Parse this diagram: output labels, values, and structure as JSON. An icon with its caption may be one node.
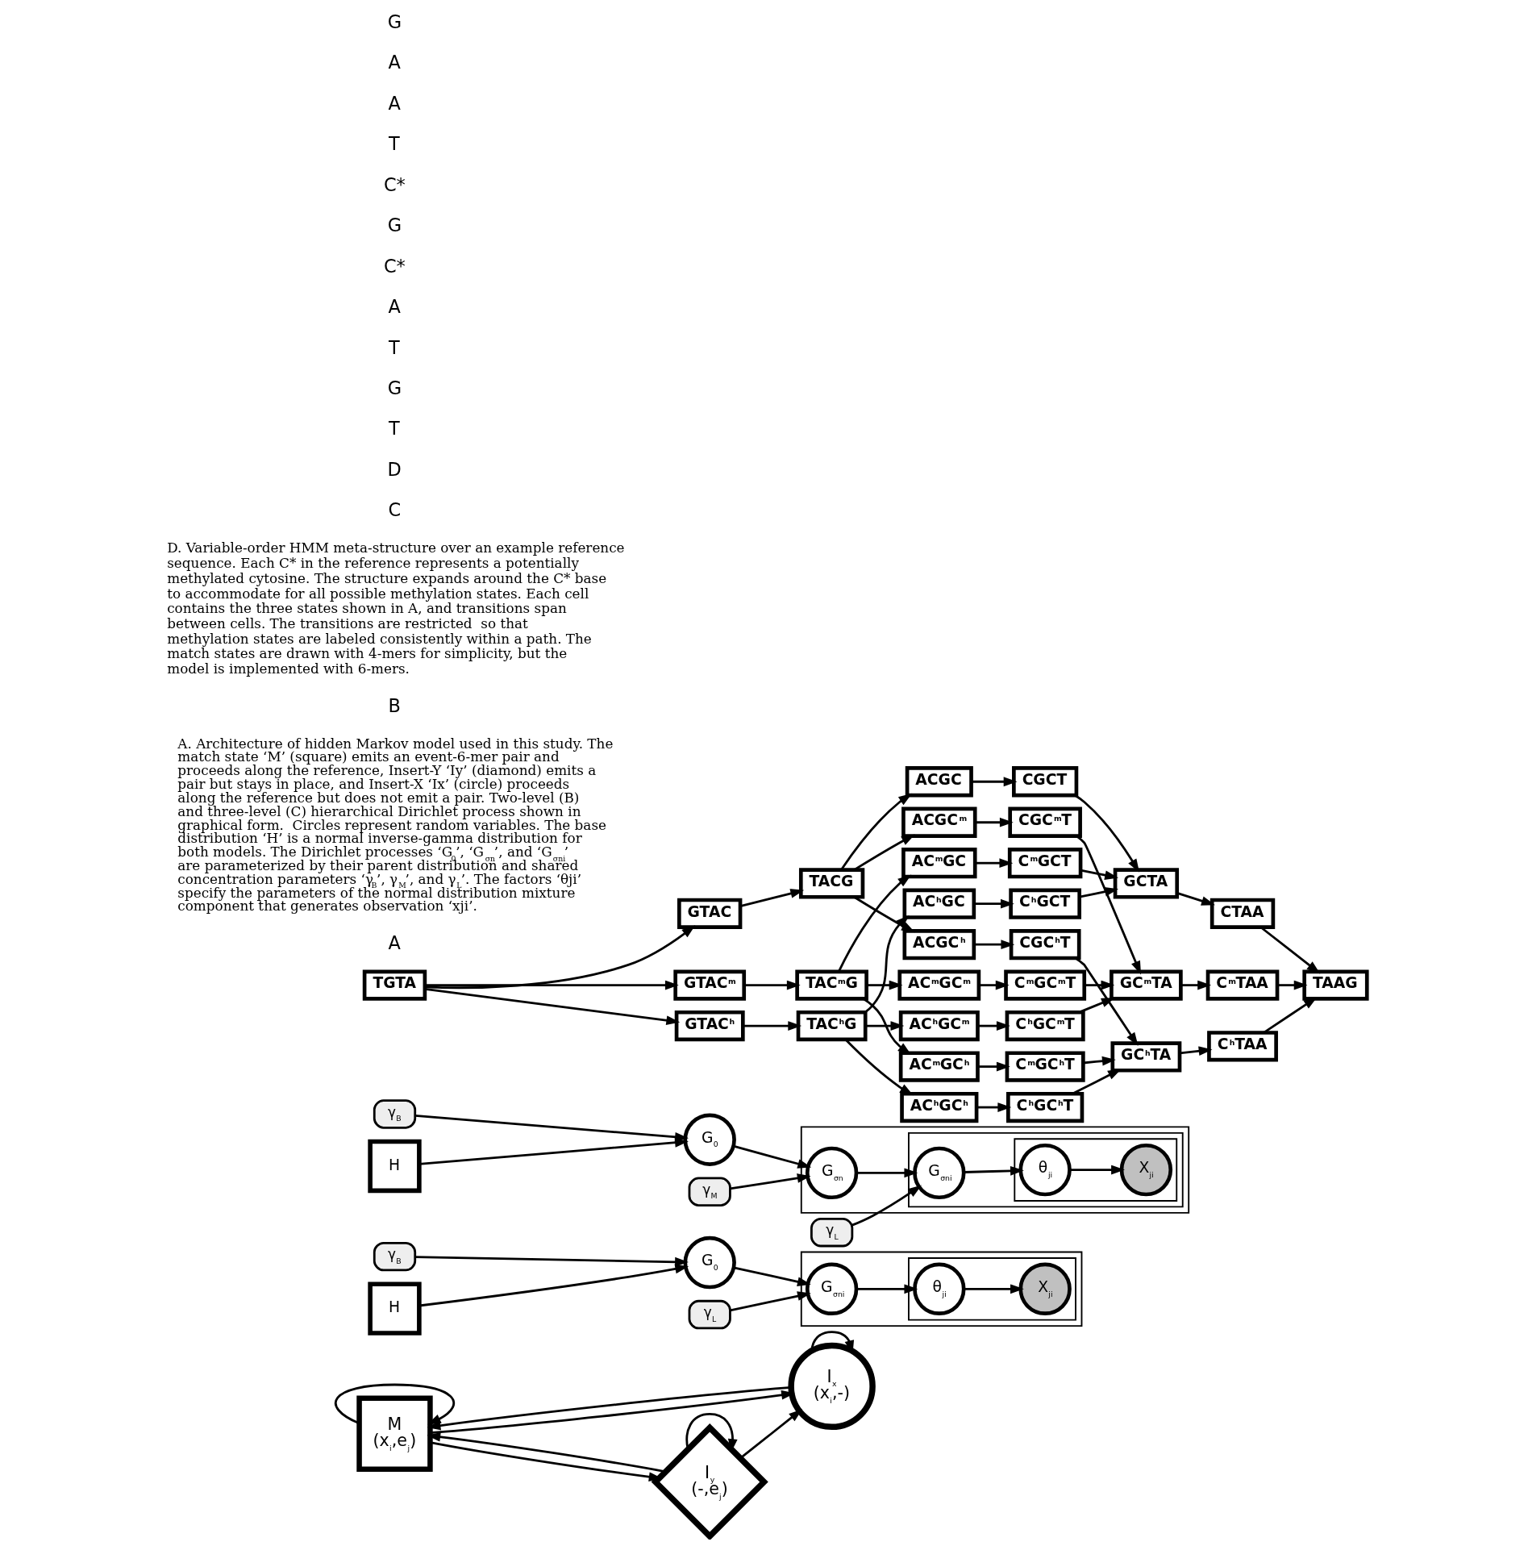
{
  "diagram": {
    "nodes": [
      {
        "text": [
          "M",
          "(x$_{i}$,e$_{j}$)"
        ]
      },
      {
        "text": [
          "I$_{x}$",
          "(x$_{i}$,-)"
        ]
      },
      {
        "text": [
          "I$_{y}$",
          "(-,e$_{j}$)"
        ]
      },
      {
        "text": [
          "γ$_{B}$"
        ]
      },
      {
        "text": [
          "γ$_{L}$"
        ]
      },
      {
        "text": [
          "H"
        ]
      },
      {
        "text": [
          "G$_{0}$"
        ]
      },
      {
        "text": [],
        "shape": "box"
      },
      {
        "text": [
          "G$_{σni}$"
        ],
        "in": 7
      },
      {
        "text": [],
        "shape": "box",
        "in": 7
      },
      {
        "text": [
          "θ$_{ji}$"
        ],
        "in": 9
      },
      {
        "text": [
          "X$_{ji}$"
        ],
        "in": 9
      },
      {
        "text": [
          "γ$_{B}$"
        ]
      },
      {
        "text": [
          "γ$_{M}$"
        ]
      },
      {
        "text": [
          "γ$_{L}$"
        ]
      },
      {
        "text": [
          "H"
        ]
      },
      {
        "text": [
          "G$_{0}$"
        ]
      },
      {
        "text": [],
        "shape": "box"
      },
      {
        "text": [
          "G$_{σn}$"
        ],
        "in": 17
      },
      {
        "text": [],
        "shape": "box",
        "in": 17
      },
      {
        "text": [
          "G$_{σni}$"
        ],
        "in": 19
      },
      {
        "text": [],
        "shape": "box",
        "in": 19
      },
      {
        "text": [
          "θ$_{ji}$"
        ],
        "in": 21
      },
      {
        "text": [
          "X$_{ji}$"
        ],
        "in": 21
      },
      {
        "text": [
          "TGTA"
        ]
      },
      {
        "text": [
          "GTAC"
        ]
      },
      {
        "text": [
          "GTAC$^{m}$"
        ]
      },
      {
        "text": [
          "GTAC$^{h}$"
        ]
      },
      {
        "text": [
          "TACG"
        ]
      },
      {
        "text": [
          "TAC$^{m}$G"
        ]
      },
      {
        "text": [
          "TAC$^{h}$G"
        ]
      },
      {
        "text": [
          "ACGC"
        ]
      },
      {
        "text": [
          "ACGC$^{m}$"
        ]
      },
      {
        "text": [
          "ACGC$^{h}$"
        ]
      },
      {
        "text": [
          "AC$^{m}$GC"
        ]
      },
      {
        "text": [
          "AC$^{m}$GC$^{m}$"
        ]
      },
      {
        "text": [
          "AC$^{m}$GC$^{h}$"
        ]
      },
      {
        "text": [
          "AC$^{h}$GC"
        ]
      },
      {
        "text": [
          "AC$^{h}$GC$^{m}$"
        ]
      },
      {
        "text": [
          "AC$^{h}$GC$^{h}$"
        ]
      },
      {
        "text": [
          "CGCT"
        ]
      },
      {
        "text": [
          "CGC$^{m}$T"
        ]
      },
      {
        "text": [
          "CGC$^{h}$T"
        ]
      },
      {
        "text": [
          "C$^{m}$GCT"
        ]
      },
      {
        "text": [
          "C$^{m}$GC$^{m}$T"
        ]
      },
      {
        "text": [
          "C$^{m}$GC$^{h}$T"
        ]
      },
      {
        "text": [
          "C$^{h}$GCT"
        ]
      },
      {
        "text": [
          "C$^{h}$GC$^{m}$T"
        ]
      },
      {
        "text": [
          "C$^{h}$GC$^{h}$T"
        ]
      },
      {
        "text": [
          "GCTA"
        ]
      },
      {
        "text": [
          "GC$^{m}$TA"
        ]
      },
      {
        "text": [
          "GC$^{h}$TA"
        ]
      },
      {
        "text": [
          "CTAA"
        ]
      },
      {
        "text": [
          "C$^{m}$TAA"
        ]
      },
      {
        "text": [
          "C$^{h}$TAA"
        ]
      },
      {
        "text": [
          "TAAG"
        ]
      }
    ],
    "edges": [
      {
        "from": 0,
        "to": 0,
        "arrow": "to"
      },
      {
        "from": 0,
        "to": 1,
        "arrow": "to"
      },
      {
        "from": 1,
        "to": 0,
        "arrow": "to"
      },
      {
        "from": 1,
        "to": 1,
        "arrow": "to"
      },
      {
        "from": 0,
        "to": 2,
        "arrow": "to"
      },
      {
        "from": 2,
        "to": 0,
        "arrow": "to"
      },
      {
        "from": 2,
        "to": 1,
        "arrow": "to"
      },
      {
        "from": 2,
        "to": 2,
        "arrow": "to"
      },
      {
        "from": 3,
        "to": 6,
        "arrow": "to"
      },
      {
        "from": 4,
        "to": 8,
        "arrow": "to"
      },
      {
        "from": 5,
        "to": 6,
        "arrow": "to"
      },
      {
        "from": 6,
        "to": 8,
        "arrow": "to"
      },
      {
        "from": 8,
        "to": 10,
        "arrow": "to"
      },
      {
        "from": 10,
        "to": 11,
        "arrow": "to"
      },
      {
        "from": 12,
        "to": 16,
        "arrow": "to"
      },
      {
        "from": 13,
        "to": 18,
        "arrow": "to"
      },
      {
        "from": 14,
        "to": 20,
        "arrow": "to"
      },
      {
        "from": 15,
        "to": 16,
        "arrow": "to"
      },
      {
        "from": 16,
        "to": 18,
        "arrow": "to"
      },
      {
        "from": 18,
        "to": 20,
        "arrow": "to"
      },
      {
        "from": 20,
        "to": 22,
        "arrow": "to"
      },
      {
        "from": 22,
        "to": 23,
        "arrow": "to"
      },
      {
        "from": 24,
        "to": 25,
        "arrow": "to"
      },
      {
        "from": 24,
        "to": 26,
        "arrow": "to"
      },
      {
        "from": 24,
        "to": 27,
        "arrow": "to"
      },
      {
        "from": 25,
        "to": 28,
        "arrow": "to"
      },
      {
        "from": 26,
        "to": 29,
        "arrow": "to"
      },
      {
        "from": 27,
        "to": 30,
        "arrow": "to"
      },
      {
        "from": 28,
        "to": 31,
        "arrow": "to"
      },
      {
        "from": 28,
        "to": 32,
        "arrow": "to"
      },
      {
        "from": 28,
        "to": 33,
        "arrow": "to"
      },
      {
        "from": 29,
        "to": 34,
        "arrow": "to"
      },
      {
        "from": 29,
        "to": 35,
        "arrow": "to"
      },
      {
        "from": 29,
        "to": 36,
        "arrow": "to"
      },
      {
        "from": 30,
        "to": 37,
        "arrow": "to"
      },
      {
        "from": 30,
        "to": 38,
        "arrow": "to"
      },
      {
        "from": 30,
        "to": 39,
        "arrow": "to"
      },
      {
        "from": 31,
        "to": 40,
        "arrow": "to"
      },
      {
        "from": 32,
        "to": 41,
        "arrow": "to"
      },
      {
        "from": 33,
        "to": 42,
        "arrow": "to"
      },
      {
        "from": 34,
        "to": 43,
        "arrow": "to"
      },
      {
        "from": 35,
        "to": 44,
        "arrow": "to"
      },
      {
        "from": 36,
        "to": 45,
        "arrow": "to"
      },
      {
        "from": 37,
        "to": 46,
        "arrow": "to"
      },
      {
        "from": 38,
        "to": 47,
        "arrow": "to"
      },
      {
        "from": 39,
        "to": 48,
        "arrow": "to"
      },
      {
        "from": 40,
        "to": 49,
        "arrow": "to"
      },
      {
        "from": 41,
        "to": 50,
        "arrow": "to"
      },
      {
        "from": 42,
        "to": 51,
        "arrow": "to"
      },
      {
        "from": 43,
        "to": 49,
        "arrow": "to"
      },
      {
        "from": 44,
        "to": 50,
        "arrow": "to"
      },
      {
        "from": 45,
        "to": 51,
        "arrow": "to"
      },
      {
        "from": 46,
        "to": 49,
        "arrow": "to"
      },
      {
        "from": 47,
        "to": 50,
        "arrow": "to"
      },
      {
        "from": 48,
        "to": 51,
        "arrow": "to"
      },
      {
        "from": 49,
        "to": 52,
        "arrow": "to"
      },
      {
        "from": 50,
        "to": 53,
        "arrow": "to"
      },
      {
        "from": 51,
        "to": 54,
        "arrow": "to"
      },
      {
        "from": 52,
        "to": 55,
        "arrow": "to"
      },
      {
        "from": 53,
        "to": 55,
        "arrow": "to"
      },
      {
        "from": 54,
        "to": 55,
        "arrow": "to"
      }
    ],
    "labels": [
      "A",
      "A. Architecture of hidden Markov model used in this study. The match state ‘M’ (square) emits an event-6-mer pair and proceeds along the reference, Insert-Y ‘Iy’ (diamond) emits a pair but stays in place, and Insert-X ‘Ix’ (circle) proceeds along the reference but does not emit a pair. Two-level (B) and three-level (C) hierarchical Dirichlet process shown in graphical form.  Circles represent random variables. The base distribution ‘H’ is a normal inverse-gamma distribution for both models. The Dirichlet processes ‘G$_{0}$’, ‘G$_{σn}$’, and ‘G$_{σni}$’ are parameterized by their parent distribution and shared concentration parameters ‘γ$_{B}$’, γ$_{M}$’, and γ$_{L}$’. The factors ‘θji’ specify the parameters of the normal distribution mixture component that generates observation ‘xji’.",
      "B",
      "D. Variable-order HMM meta-structure over an example reference sequence. Each C* in the reference represents a potentially methylated cytosine. The structure expands around the C* base to accommodate for all possible methylation states. Each cell contains the three states shown in A, and transitions span between cells. The transitions are restricted  so that methylation states are labeled consistently within a path. The match states are drawn with 4-mers for simplicity, but the model is implemented with 6-mers.",
      "C",
      "D",
      "T",
      "G",
      "T",
      "A",
      "C*",
      "G",
      "C*",
      "T",
      "A",
      "A",
      "G"
    ]
  }
}
